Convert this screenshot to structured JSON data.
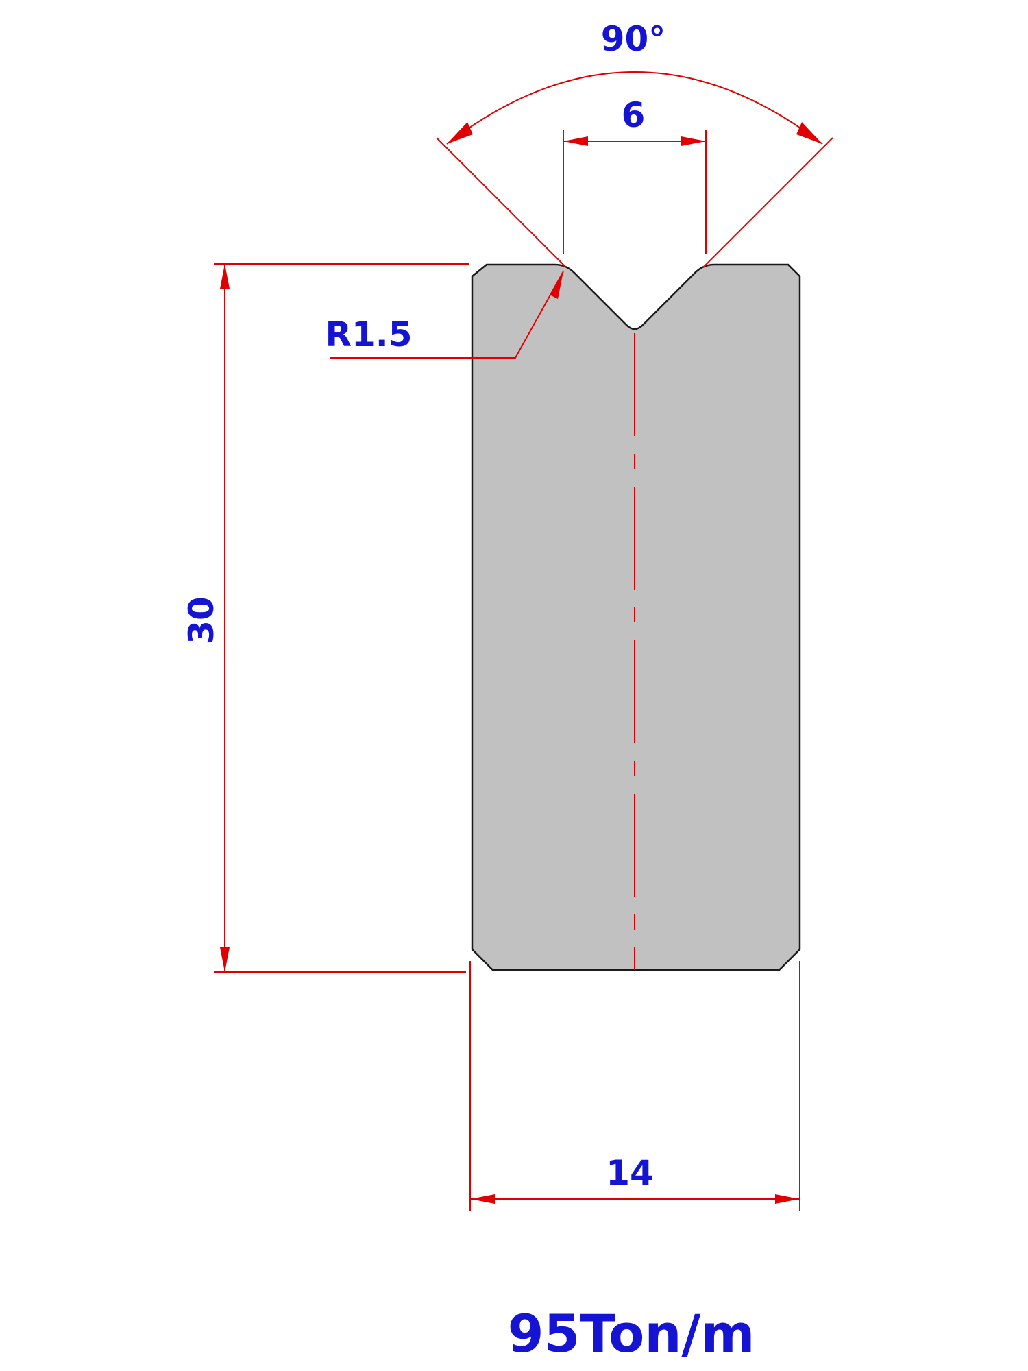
{
  "dimensions": {
    "angle": "90°",
    "v_opening": "6",
    "radius": "R1.5",
    "height": "30",
    "width": "14"
  },
  "capacity": "95Ton/m",
  "colors": {
    "dimension_line": "#e00000",
    "dimension_text": "#1414d2",
    "part_fill": "#c1c1c1",
    "outline": "#1a1a1a"
  }
}
